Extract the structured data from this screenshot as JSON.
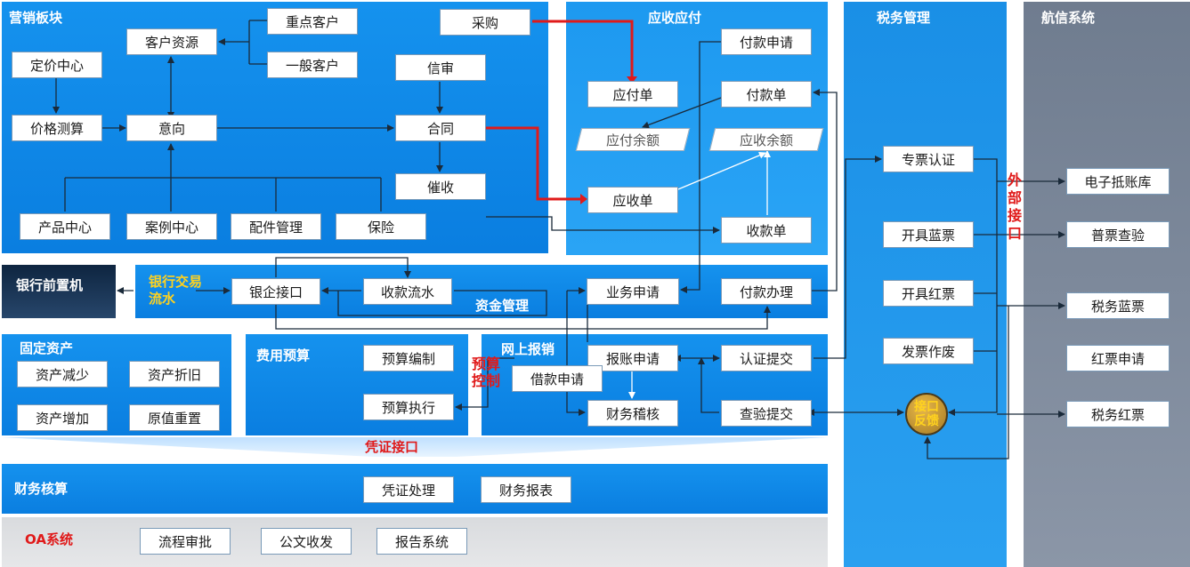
{
  "panels": {
    "marketing": "营销板块",
    "ar_ap": "应收应付",
    "tax": "税务管理",
    "hangxin": "航信系统",
    "bank_front": "银行前置机",
    "fund": "资金管理",
    "fixed_assets": "固定资产",
    "budget": "费用预算",
    "online_reimb": "网上报销",
    "accounting": "财务核算",
    "oa": "OA系统"
  },
  "marketing": {
    "key_customer": "重点客户",
    "general_customer": "一般客户",
    "customer_resource": "客户资源",
    "pricing_center": "定价中心",
    "price_calc": "价格测算",
    "intention": "意向",
    "purchase": "采购",
    "credit_review": "信审",
    "contract": "合同",
    "collection": "催收",
    "product_center": "产品中心",
    "case_center": "案例中心",
    "parts_mgmt": "配件管理",
    "insurance": "保险"
  },
  "ar_ap": {
    "payment_request": "付款申请",
    "payable": "应付单",
    "payment_order": "付款单",
    "payable_balance": "应付余额",
    "receivable_balance": "应收余额",
    "receivable": "应收单",
    "receipt": "收款单"
  },
  "fund": {
    "bank_interface": "银企接口",
    "receipt_flow": "收款流水",
    "business_request": "业务申请",
    "payment_handle": "付款办理",
    "bank_flow_label": "银行交易流水"
  },
  "fixed_assets": {
    "decrease": "资产减少",
    "depreciation": "资产折旧",
    "increase": "资产增加",
    "revalue": "原值重置"
  },
  "budget": {
    "compile": "预算编制",
    "execute": "预算执行",
    "control_label": "预算控制"
  },
  "reimb": {
    "claim": "报账申请",
    "loan": "借款申请",
    "audit": "财务稽核",
    "auth_submit": "认证提交",
    "verify_submit": "查验提交"
  },
  "tax": {
    "special_auth": "专票认证",
    "issue_blue": "开具蓝票",
    "issue_red": "开具红票",
    "void_invoice": "发票作废",
    "feedback": "接口反馈"
  },
  "hangxin": {
    "e_deduct": "电子抵账库",
    "normal_check": "普票查验",
    "tax_blue": "税务蓝票",
    "red_apply": "红票申请",
    "tax_red": "税务红票"
  },
  "external_label": "外部接口",
  "voucher_interface": "凭证接口",
  "accounting": {
    "voucher": "凭证处理",
    "report": "财务报表"
  },
  "oa": {
    "workflow": "流程审批",
    "document": "公文收发",
    "report_sys": "报告系统"
  },
  "colors": {
    "panel_blue": "#0a7ee0",
    "red_line": "#e01a1a",
    "highlight_yellow": "#ffd21f",
    "gray_panel": "#8592a4",
    "dark_navy": "#1b2f4a"
  }
}
